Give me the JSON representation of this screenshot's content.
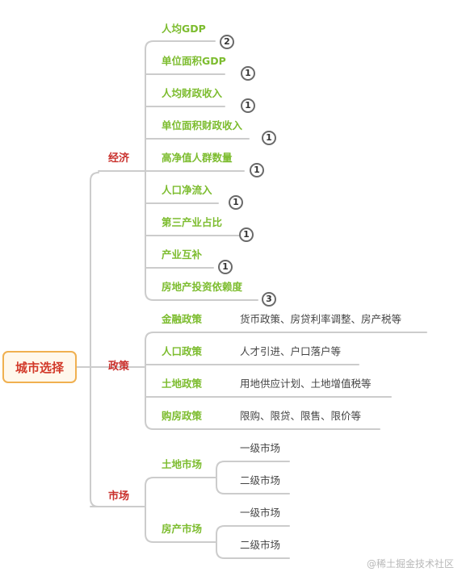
{
  "root": "城市选择",
  "economy": {
    "label": "经济",
    "items": [
      {
        "label": "人均GDP",
        "badge": "2"
      },
      {
        "label": "单位面积GDP",
        "badge": "1"
      },
      {
        "label": "人均财政收入",
        "badge": "1"
      },
      {
        "label": "单位面积财政收入",
        "badge": "1"
      },
      {
        "label": "高净值人群数量",
        "badge": "1"
      },
      {
        "label": "人口净流入",
        "badge": "1"
      },
      {
        "label": "第三产业占比",
        "badge": "1"
      },
      {
        "label": "产业互补",
        "badge": "1"
      },
      {
        "label": "房地产投资依赖度",
        "badge": "3"
      }
    ]
  },
  "policy": {
    "label": "政策",
    "items": [
      {
        "label": "金融政策",
        "detail": "货币政策、房贷利率调整、房产税等"
      },
      {
        "label": "人口政策",
        "detail": "人才引进、户口落户等"
      },
      {
        "label": "土地政策",
        "detail": "用地供应计划、土地增值税等"
      },
      {
        "label": "购房政策",
        "detail": "限购、限贷、限售、限价等"
      }
    ]
  },
  "market": {
    "label": "市场",
    "items": [
      {
        "label": "土地市场",
        "children": [
          "一级市场",
          "二级市场"
        ]
      },
      {
        "label": "房产市场",
        "children": [
          "一级市场",
          "二级市场"
        ]
      }
    ]
  },
  "watermark": "@稀土掘金技术社区",
  "colors": {
    "root_border": "#f0b050",
    "root_text": "#d23a2a",
    "level1_text": "#c9302c",
    "level2_text": "#7cbc2e",
    "leaf_text": "#444444",
    "connector": "#cccccc"
  }
}
